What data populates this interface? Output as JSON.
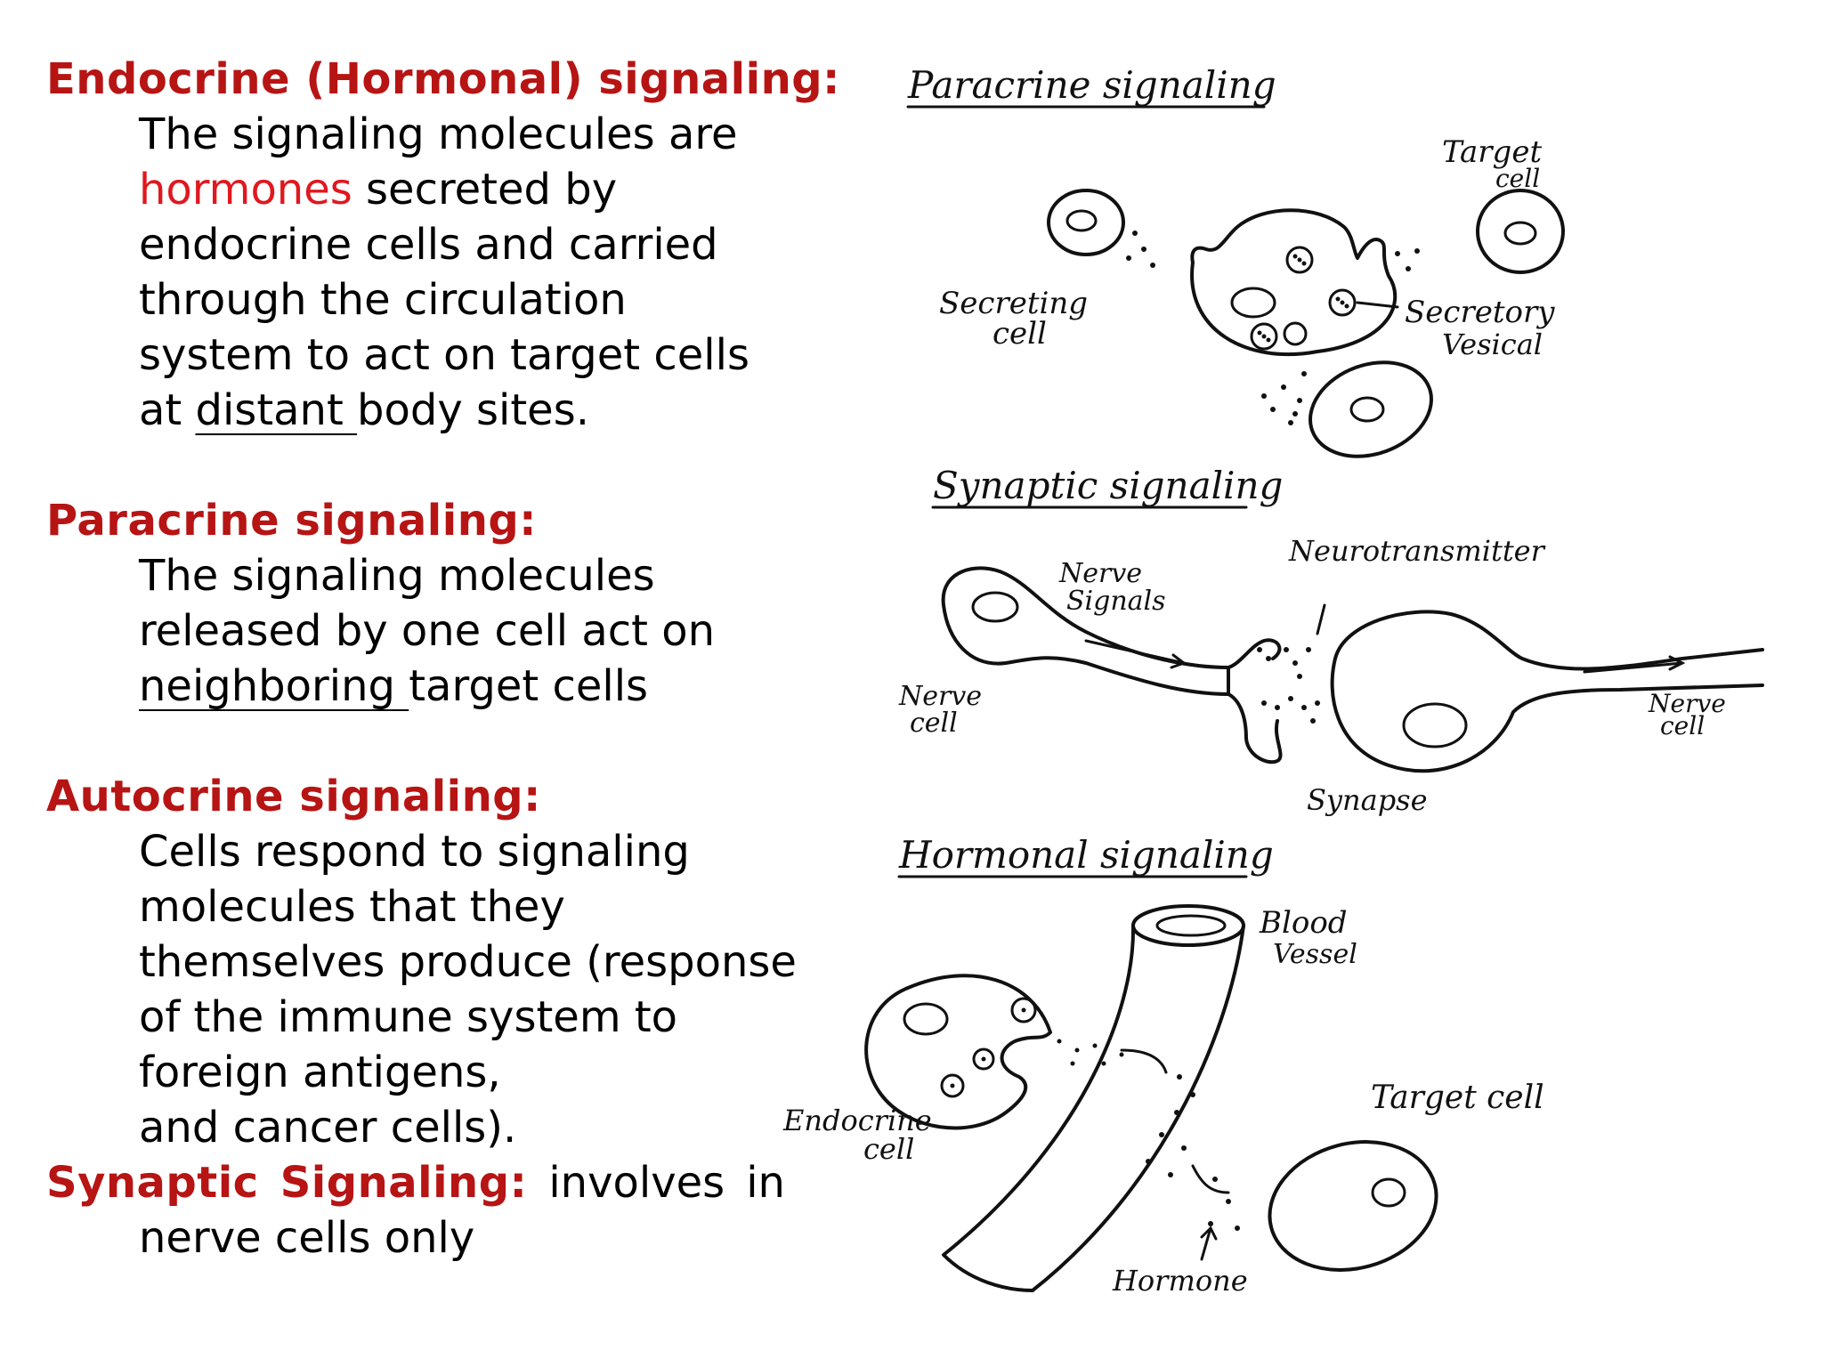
{
  "sections": {
    "endocrine": {
      "heading": "Endocrine (Hormonal) signaling:",
      "line1": "The signaling molecules are",
      "line2_highlight": "hormones",
      "line2_rest": " secreted by",
      "line3": "endocrine cells and carried",
      "line4": "through the circulation",
      "line5": "system to act on target cells",
      "line6_pre": "at ",
      "line6_underlined": "distant ",
      "line6_post": "body sites."
    },
    "paracrine": {
      "heading": "Paracrine signaling:",
      "line1": "The signaling molecules",
      "line2": "released by one cell act on",
      "line3_underlined": "neighboring ",
      "line3_post": "target cells"
    },
    "autocrine": {
      "heading": "Autocrine signaling:",
      "line1": "Cells respond to signaling",
      "line2": "molecules that they",
      "line3": "themselves produce (response",
      "line4": "of the immune system to",
      "line5": "foreign antigens,",
      "line6": "and cancer cells)."
    },
    "synaptic": {
      "heading_word1": "Synaptic",
      "heading_word2": "Signaling:",
      "inline_word1": "involves",
      "inline_word2": "in",
      "line2": "nerve cells only"
    }
  },
  "diagram": {
    "paracrine": {
      "title": "Paracrine signaling",
      "target_cell": [
        "Target",
        "cell"
      ],
      "secreting_cell": [
        "Secreting",
        "cell"
      ],
      "secretory_vesical": [
        "Secretory",
        "Vesical"
      ]
    },
    "synaptic": {
      "title": "Synaptic signaling",
      "nerve_signals": [
        "Nerve",
        "Signals"
      ],
      "neurotransmitter": "Neurotransmitter",
      "nerve_cell_left": [
        "Nerve",
        "cell"
      ],
      "nerve_cell_right": [
        "Nerve",
        "cell"
      ],
      "synapse": "Synapse"
    },
    "hormonal": {
      "title": "Hormonal signaling",
      "blood_vessel": [
        "Blood",
        "Vessel"
      ],
      "endocrine_cell": [
        "Endocrine",
        "cell"
      ],
      "target_cell": "Target cell",
      "hormone": "Hormone"
    }
  },
  "colors": {
    "heading": "#b71414",
    "highlight": "#e0181f",
    "text": "#000000"
  }
}
